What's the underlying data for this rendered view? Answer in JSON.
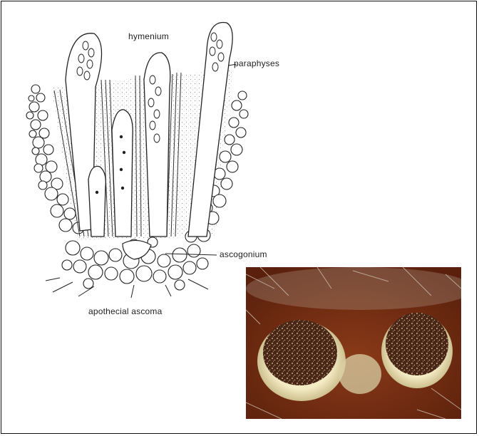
{
  "labels": {
    "hymenium": "hymenium",
    "paraphyses": "paraphyses",
    "ascogonium": "ascogonium",
    "caption": "apothecial ascoma"
  },
  "photo": {
    "subject": "photograph of two cup-shaped apothecia with speckled brown hymenium",
    "colors": {
      "background": "#6b2a10",
      "rim": "#efe4b4",
      "disc": "#4a2616",
      "speckle": "#d9c9a8"
    }
  }
}
